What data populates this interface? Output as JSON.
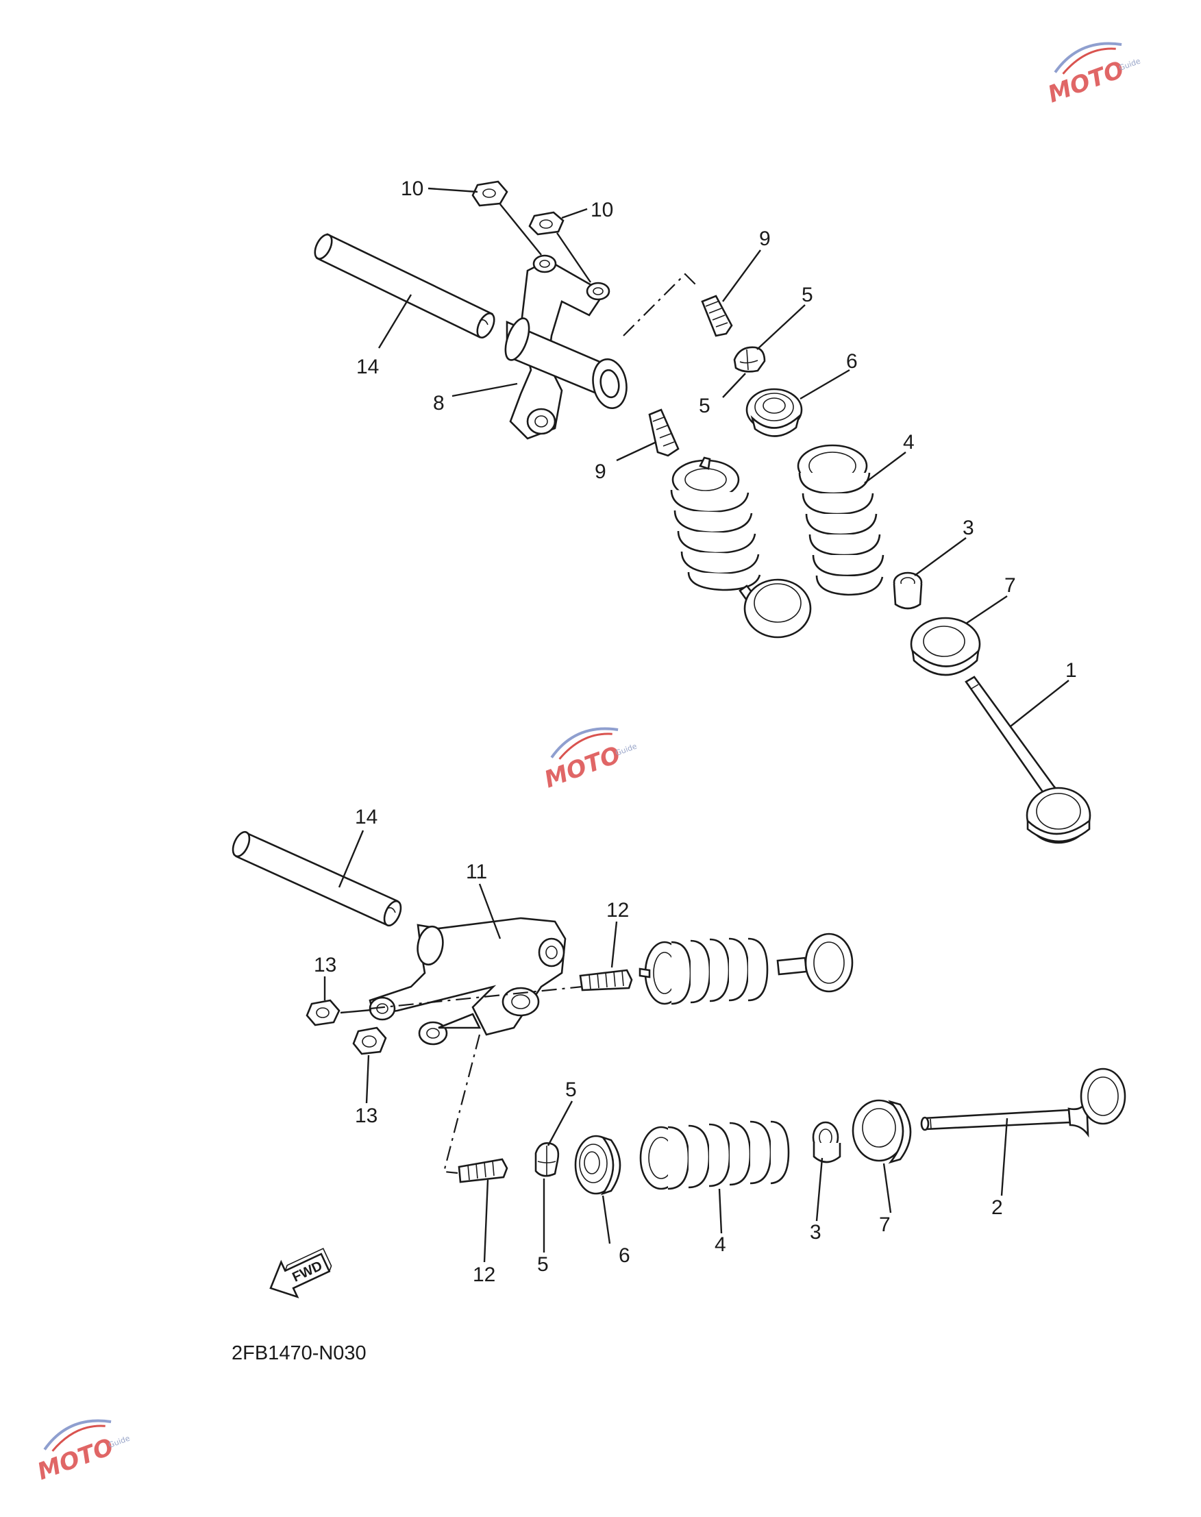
{
  "diagram": {
    "code": "2FB1470-N030",
    "fwd_label": "FWD",
    "watermark": {
      "text": "MOTO",
      "sub": "Guide"
    },
    "callouts": {
      "upper": {
        "c1": "1",
        "c3": "3",
        "c4": "4",
        "c5a": "5",
        "c5b": "5",
        "c6": "6",
        "c7": "7",
        "c8": "8",
        "c9a": "9",
        "c9b": "9",
        "c10a": "10",
        "c10b": "10",
        "c14": "14"
      },
      "lower": {
        "c2": "2",
        "c3": "3",
        "c4": "4",
        "c5a": "5",
        "c5b": "5",
        "c6": "6",
        "c7": "7",
        "c11": "11",
        "c12a": "12",
        "c12b": "12",
        "c13a": "13",
        "c13b": "13",
        "c14": "14"
      }
    }
  },
  "colors": {
    "ink": "#1a1a1a",
    "watermark_red": "#d9534f",
    "watermark_blue": "#8f9fcf"
  },
  "icons": [
    "fwd-arrow-icon",
    "moto-guide-watermark"
  ]
}
